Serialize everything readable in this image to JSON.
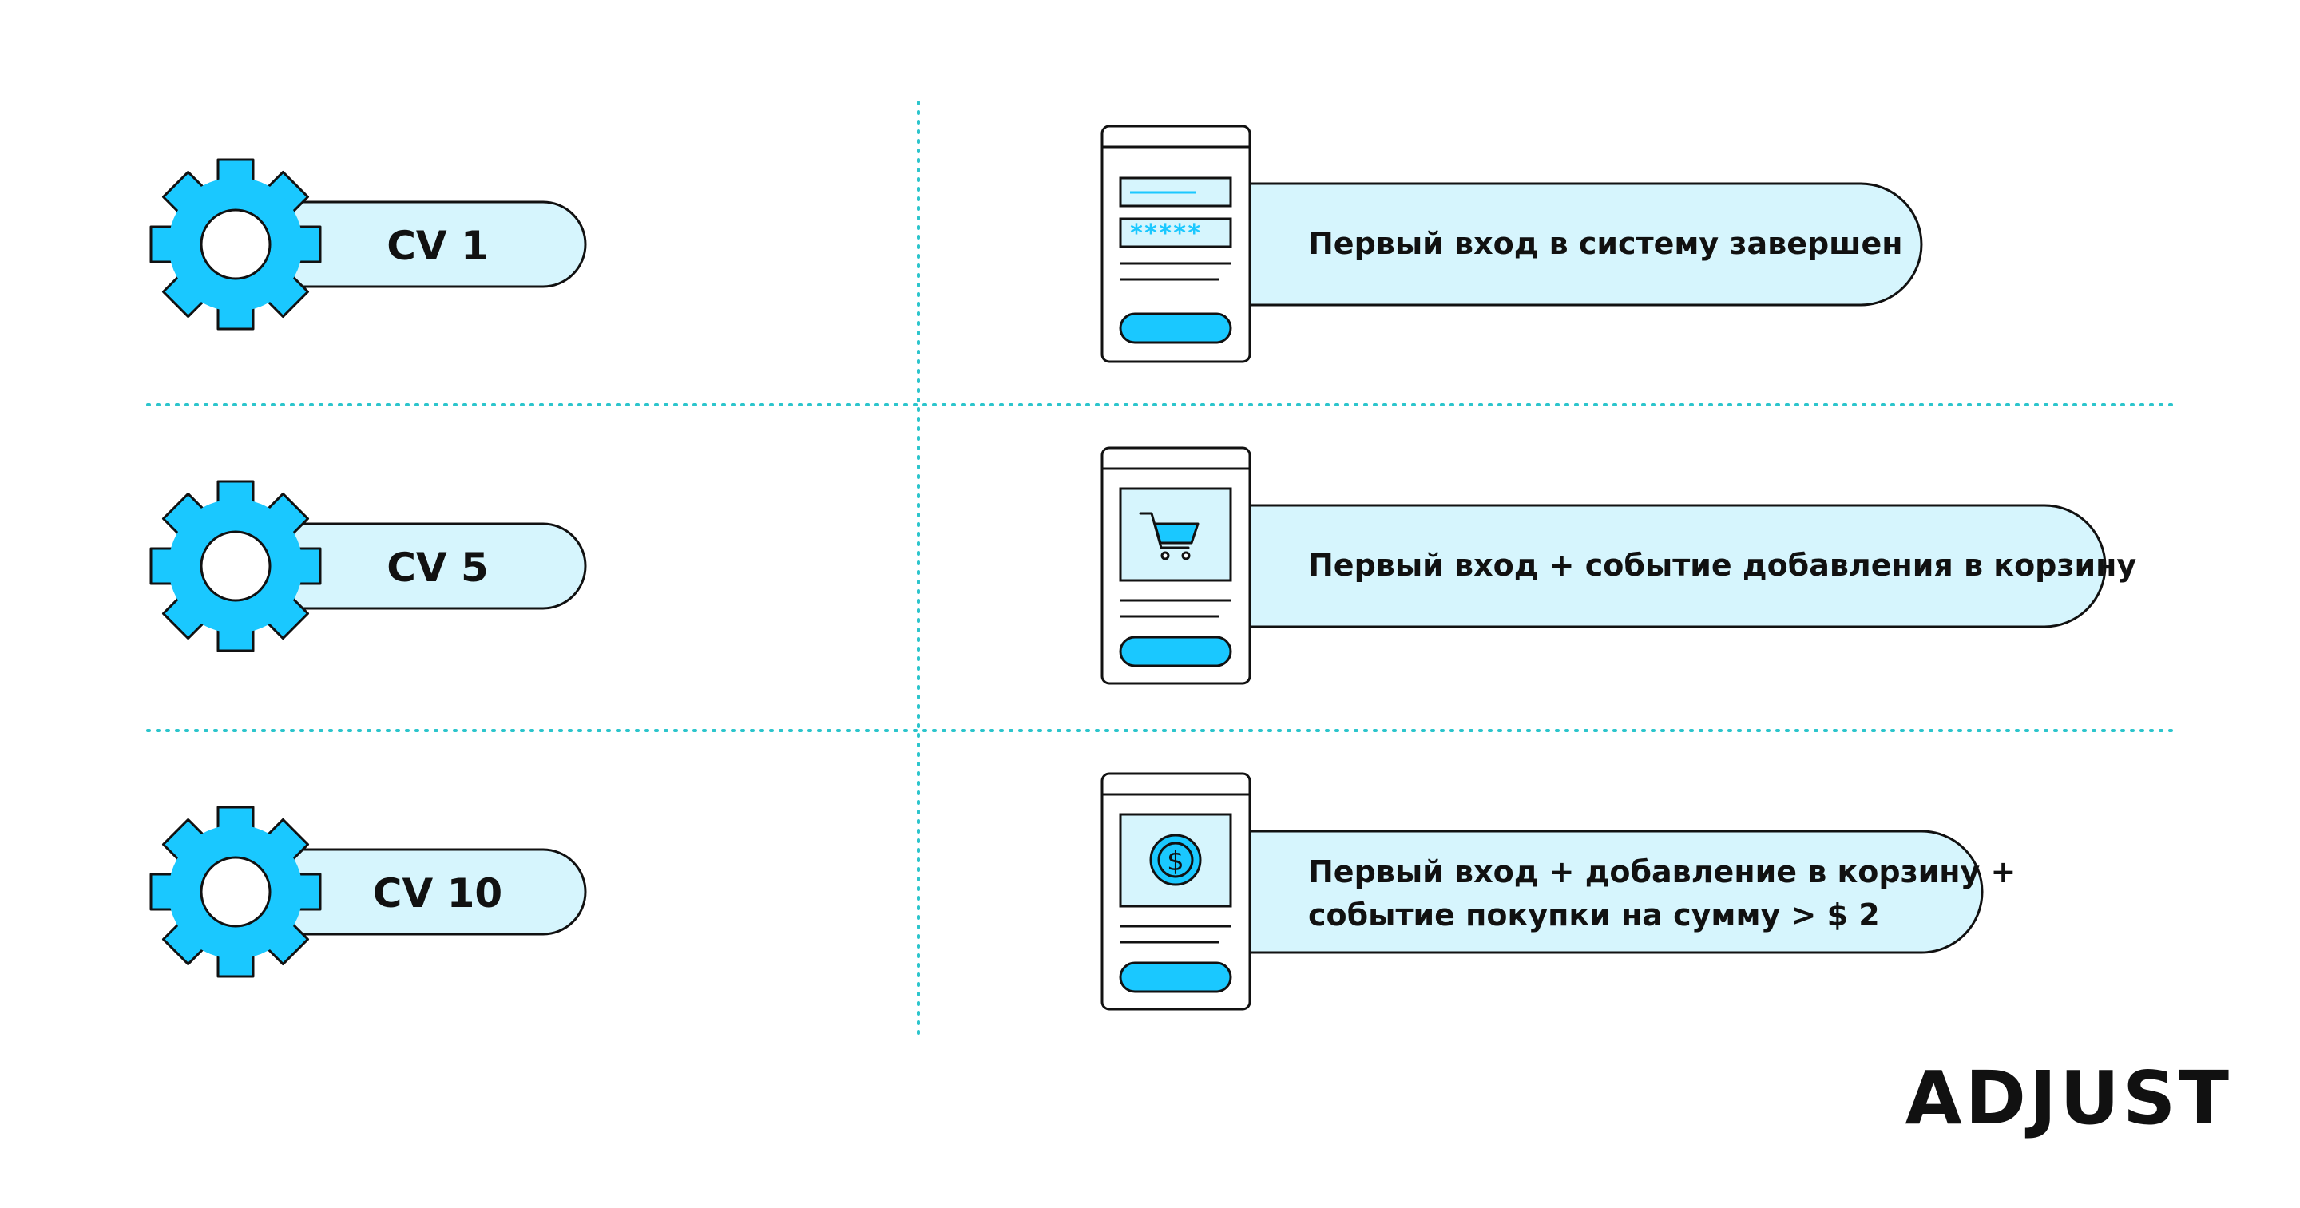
{
  "colors": {
    "accent": "#1ac8ff",
    "pill_fill": "#d6f5fd",
    "stroke": "#111111",
    "divider": "#2cc5cc",
    "mockup_fill": "#ffffff"
  },
  "rows": [
    {
      "cv_label": "CV 1",
      "screen_type": "login",
      "password_mask": "*****",
      "description_lines": [
        "Первый вход в систему завершен"
      ]
    },
    {
      "cv_label": "CV 5",
      "screen_type": "cart",
      "description_lines": [
        "Первый вход + событие добавления в корзину"
      ]
    },
    {
      "cv_label": "CV 10",
      "screen_type": "purchase",
      "coin_symbol": "$",
      "description_lines": [
        "Первый вход + добавление в корзину +",
        "событие покупки на сумму > $ 2"
      ]
    }
  ],
  "brand": {
    "logo_text": "ADJUST"
  }
}
